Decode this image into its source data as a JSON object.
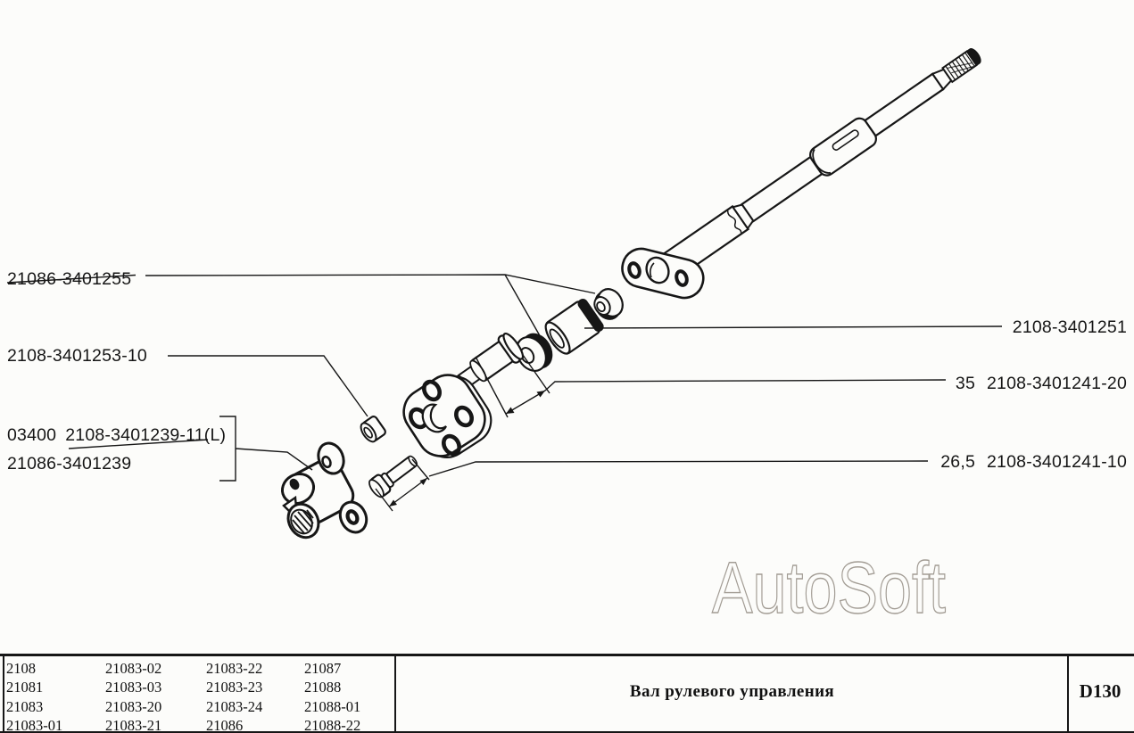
{
  "watermark": "AutoSoft",
  "callouts": {
    "l1": "21086-3401255",
    "l2": "2108-3401253-10",
    "l3_prefix": "03400",
    "l3_struck": "2108-3401239-11(L)",
    "l4": "21086-3401239",
    "r1": "2108-3401251",
    "r2_dim": "35",
    "r2_part": "2108-3401241-20",
    "r3_dim": "26,5",
    "r3_part": "2108-3401241-10"
  },
  "footer": {
    "models": [
      [
        "2108",
        "21081",
        "21083",
        "21083-01"
      ],
      [
        "21083-02",
        "21083-03",
        "21083-20",
        "21083-21"
      ],
      [
        "21083-22",
        "21083-23",
        "21083-24",
        "21086"
      ],
      [
        "21087",
        "21088",
        "21088-01",
        "21088-22"
      ]
    ],
    "title": "Вал рулевого управления",
    "code": "D130"
  }
}
